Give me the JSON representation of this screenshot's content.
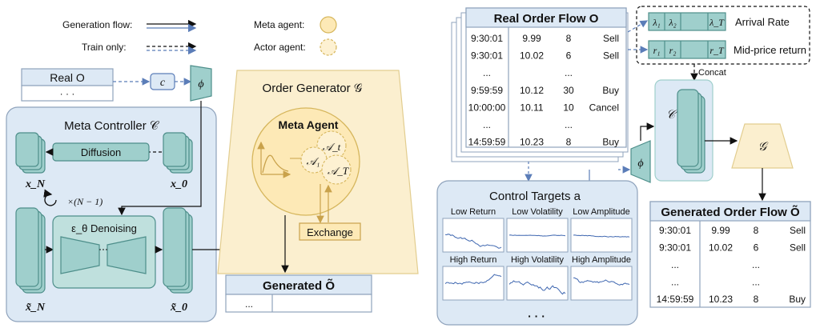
{
  "legend": {
    "generation_flow": "Generation flow:",
    "train_only": "Train only:",
    "meta_agent": "Meta agent:",
    "actor_agent": "Actor agent:"
  },
  "left": {
    "real_o_label": "Real O",
    "real_o_dots": "· · ·",
    "c_symbol": "c",
    "phi_symbol": "ϕ",
    "meta_controller_title": "Meta Controller 𝒞",
    "diffusion_label": "Diffusion",
    "x_n_label": "x_N",
    "x_0_label": "x_0",
    "loop_label": "×(N − 1)",
    "denoising_label": "ε_θ Denoising",
    "x_tilde_n_label": "x̃_N",
    "x_tilde_0_label": "x̃_0"
  },
  "generator": {
    "title": "Order Generator 𝒢",
    "meta_agent_label": "Meta Agent",
    "a1": "𝒜₁",
    "at": "𝒜_t",
    "aT": "𝒜_T",
    "exchange_label": "Exchange",
    "generated_title": "Generated Õ",
    "generated_cells": [
      "...",
      ""
    ]
  },
  "real_flow": {
    "title": "Real Order Flow O",
    "rows": [
      [
        "9:30:01",
        "9.99",
        "8",
        "Sell"
      ],
      [
        "9:30:01",
        "10.02",
        "6",
        "Sell"
      ],
      [
        "...",
        "",
        "...",
        ""
      ],
      [
        "9:59:59",
        "10.12",
        "30",
        "Buy"
      ],
      [
        "10:00:00",
        "10.11",
        "10",
        "Cancel"
      ],
      [
        "...",
        "",
        "...",
        ""
      ],
      [
        "14:59:59",
        "10.23",
        "8",
        "Buy"
      ]
    ]
  },
  "rates": {
    "lambda_cells": [
      "λ₁",
      "λ₂",
      "λ_T"
    ],
    "arrival_label": "Arrival Rate",
    "r_cells": [
      "r₁",
      "r₂",
      "r_T"
    ],
    "return_label": "Mid-price return",
    "concat_label": "Concat"
  },
  "right": {
    "c_symbol": "𝒞",
    "phi_symbol": "ϕ",
    "g_symbol": "𝒢"
  },
  "control": {
    "title": "Control Targets a",
    "panels": [
      "Low Return",
      "Low Volatility",
      "Low Amplitude",
      "High Return",
      "High Volatility",
      "High Amplitude"
    ],
    "more": "· · ·"
  },
  "generated_flow": {
    "title": "Generated Order Flow Õ",
    "rows": [
      [
        "9:30:01",
        "9.99",
        "8",
        "Sell"
      ],
      [
        "9:30:01",
        "10.02",
        "6",
        "Sell"
      ],
      [
        "...",
        "",
        "...",
        ""
      ],
      [
        "...",
        "",
        "...",
        ""
      ],
      [
        "14:59:59",
        "10.23",
        "8",
        "Buy"
      ]
    ]
  },
  "colors": {
    "teal_fill": "#9fcfcc",
    "teal_stroke": "#4d8e8a",
    "panel_blue": "#dde9f5",
    "panel_stroke": "#8fa3bc",
    "generator_fill": "#fbefcf",
    "meta_agent_fill": "#fde9b6",
    "arrow_blue": "#5b7db8"
  }
}
